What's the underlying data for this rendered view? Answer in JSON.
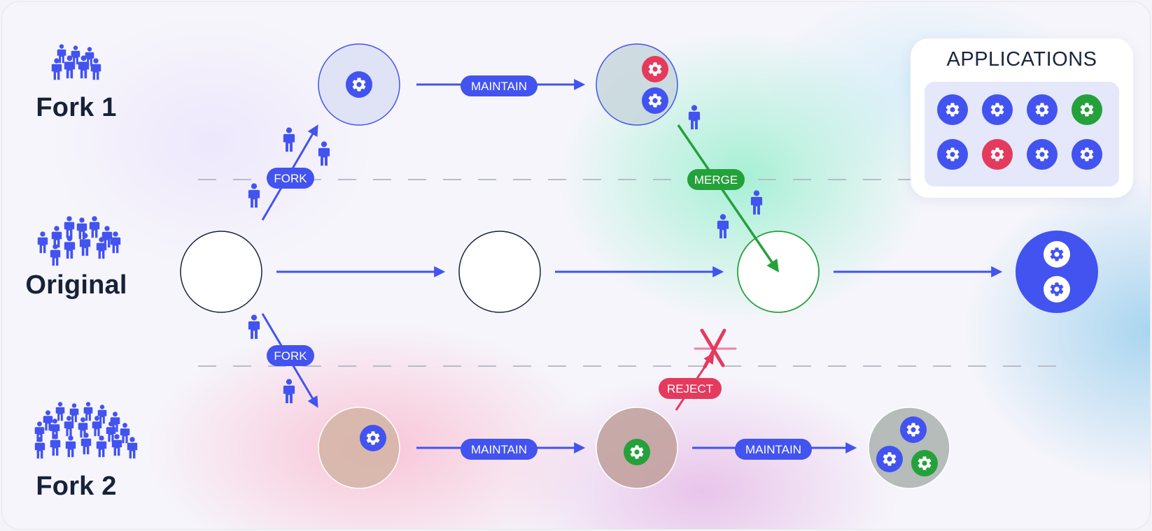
{
  "lanes": {
    "fork1": "Fork 1",
    "original": "Original",
    "fork2": "Fork 2"
  },
  "labels": {
    "fork_top": "FORK",
    "fork_bottom": "FORK",
    "maintain_top": "MAINTAIN",
    "merge": "MERGE",
    "reject": "REJECT",
    "maintain_bottom_1": "MAINTAIN",
    "maintain_bottom_2": "MAINTAIN"
  },
  "applications": {
    "title": "APPLICATIONS",
    "items": [
      "blue",
      "blue",
      "blue",
      "green",
      "blue",
      "red",
      "blue",
      "blue"
    ]
  },
  "colors": {
    "blue": "#4253f0",
    "green": "#24a13b",
    "red": "#e43a5e",
    "navy": "#17223a",
    "dash": "#b8bcc8"
  },
  "icons": [
    "gear-icon",
    "person-icon",
    "people-group-icon",
    "x-icon"
  ]
}
